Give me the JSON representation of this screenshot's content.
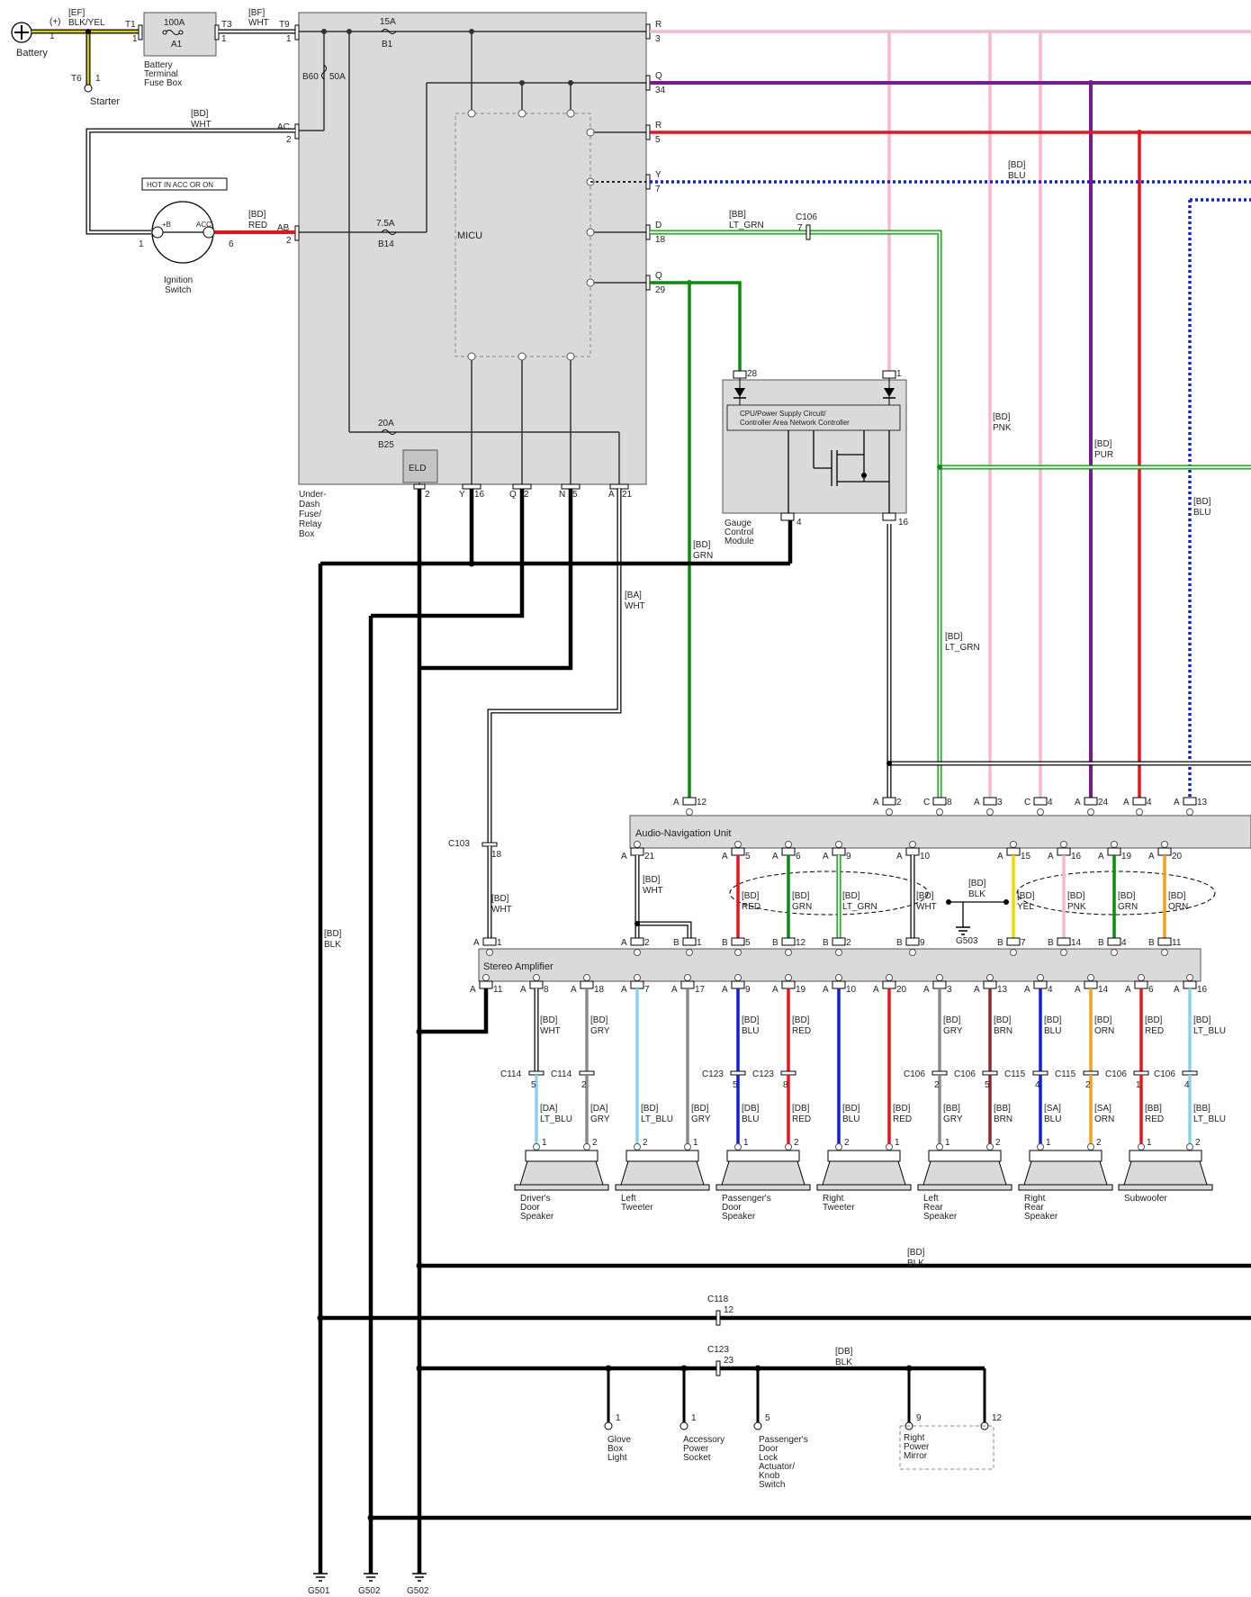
{
  "colors": {
    "BLK": "#000000",
    "WHT": "#ffffff",
    "RED": "#e8141c",
    "PNK": "#f6b9cb",
    "PUR": "#7b1a8c",
    "BLU": "#1020d8",
    "GRN": "#0d8a12",
    "LT_GRN": "#9be39b",
    "GRY": "#8a8a8a",
    "BRN": "#8b2a2a",
    "ORN": "#f4a01c",
    "YEL": "#f2d800",
    "LT_BLU": "#8dd0ee",
    "BLK_YEL": "#d7d000",
    "box": "#dadada"
  },
  "battery": {
    "label": "Battery",
    "pin": "1",
    "plus": "(+)",
    "wire": "[EF]",
    "wire_color": "BLK/YEL",
    "tap": "T6",
    "tap_pin": "1"
  },
  "starter": {
    "label": "Starter"
  },
  "fuse_box_battery": {
    "name1": "Battery",
    "name2": "Terminal",
    "name3": "Fuse Box",
    "fuse_rating": "100A",
    "fuse_id": "A1",
    "in_pin": "T1",
    "in_num": "1",
    "out_pin": "T3",
    "out_num": "1"
  },
  "wire_bf": {
    "code": "[BF]",
    "color": "WHT",
    "pin": "T9",
    "num": "1"
  },
  "underdash": {
    "name1": "Under-",
    "name2": "Dash",
    "name3": "Fuse/",
    "name4": "Relay",
    "name5": "Box",
    "fuse_b1": "15A",
    "fuse_b1_id": "B1",
    "fuse_b60": "B60",
    "fuse_b60_rating": "50A",
    "fuse_b14": "7.5A",
    "fuse_b14_id": "B14",
    "fuse_b25": "20A",
    "fuse_b25_id": "B25",
    "micu": "MICU",
    "eld": "ELD",
    "pin_ac": "AC",
    "pin_ac_num": "2",
    "pin_ab": "AB",
    "pin_ab_num": "2",
    "out_r3": "R",
    "out_r3_num": "3",
    "out_q34": "Q",
    "out_q34_num": "34",
    "out_r5": "R",
    "out_r5_num": "5",
    "out_y7": "Y",
    "out_y7_num": "7",
    "out_d18": "D",
    "out_d18_num": "18",
    "out_q29": "Q",
    "out_q29_num": "29",
    "bot_eld_num": "2",
    "bot_y": "Y",
    "bot_y_num": "16",
    "bot_q": "Q",
    "bot_q_num": "2",
    "bot_n": "N",
    "bot_n_num": "5",
    "bot_a": "A",
    "bot_a_num": "21"
  },
  "ignition": {
    "label1": "Ignition",
    "label2": "Switch",
    "hot": "HOT IN ACC OR ON",
    "b8": "+B",
    "acc": "ACC",
    "pin1": "1",
    "pin6": "6",
    "wire_ac_code": "[BD]",
    "wire_ac_color": "WHT",
    "wire_ab_code": "[BD]",
    "wire_ab_color": "RED"
  },
  "wires_right": {
    "blu_code": "[BD]",
    "blu_color": "BLU",
    "ltgrn_code": "[BB]",
    "ltgrn_color": "LT_GRN",
    "c106": "C106",
    "c106_pin": "7",
    "pnk_code": "[BD]",
    "pnk_color": "PNK",
    "pur_code": "[BD]",
    "pur_color": "PUR",
    "blu2_code": "[BD]",
    "blu2_color": "BLU",
    "ltgrn2_code": "[BD]",
    "ltgrn2_color": "LT_GRN",
    "grn_code": "[BD]",
    "grn_color": "GRN",
    "ba_code": "[BA]",
    "ba_color": "WHT",
    "blk_main_code": "[BD]",
    "blk_main_color": "BLK"
  },
  "gauge": {
    "name1": "Gauge",
    "name2": "Control",
    "name3": "Module",
    "cpu1": "CPU/Power Supply Circuit/",
    "cpu2": "Controller Area Network Controller",
    "pin28": "28",
    "pin1": "1",
    "pin4": "4",
    "pin16": "16"
  },
  "anu": {
    "title": "Audio-Navigation Unit",
    "top_pins": [
      {
        "c": "A",
        "n": "12"
      },
      {
        "c": "A",
        "n": "2"
      },
      {
        "c": "C",
        "n": "8"
      },
      {
        "c": "A",
        "n": "3"
      },
      {
        "c": "C",
        "n": "4"
      },
      {
        "c": "A",
        "n": "24"
      },
      {
        "c": "A",
        "n": "4"
      },
      {
        "c": "A",
        "n": "13"
      }
    ],
    "bottom_pins": [
      {
        "c": "A",
        "n": "21"
      },
      {
        "c": "A",
        "n": "5"
      },
      {
        "c": "A",
        "n": "6"
      },
      {
        "c": "A",
        "n": "9"
      },
      {
        "c": "A",
        "n": "10"
      },
      {
        "c": "A",
        "n": "15"
      },
      {
        "c": "A",
        "n": "16"
      },
      {
        "c": "A",
        "n": "19"
      },
      {
        "c": "A",
        "n": "20"
      }
    ]
  },
  "shield": {
    "left": [
      {
        "code": "[BD]",
        "color": "RED"
      },
      {
        "code": "[BD]",
        "color": "GRN"
      },
      {
        "code": "[BD]",
        "color": "LT_GRN"
      },
      {
        "code": "[BD]",
        "color": "WHT"
      }
    ],
    "right": [
      {
        "code": "[BD]",
        "color": "YEL"
      },
      {
        "code": "[BD]",
        "color": "PNK"
      },
      {
        "code": "[BD]",
        "color": "GRN"
      },
      {
        "code": "[BD]",
        "color": "ORN"
      }
    ],
    "ground_code": "[BD]",
    "ground_color": "BLK",
    "ground": "G503",
    "anu_wht_code": "[BD]",
    "anu_wht_color": "WHT",
    "c103": "C103",
    "c103_pin": "18",
    "c103_code": "[BD]",
    "c103_color": "WHT"
  },
  "amp": {
    "title": "Stereo Amplifier",
    "top_pins": [
      {
        "c": "A",
        "n": "1"
      },
      {
        "c": "A",
        "n": "2"
      },
      {
        "c": "B",
        "n": "1"
      },
      {
        "c": "B",
        "n": "5"
      },
      {
        "c": "B",
        "n": "12"
      },
      {
        "c": "B",
        "n": "2"
      },
      {
        "c": "B",
        "n": "9"
      },
      {
        "c": "B",
        "n": "7"
      },
      {
        "c": "B",
        "n": "14"
      },
      {
        "c": "B",
        "n": "4"
      },
      {
        "c": "B",
        "n": "11"
      }
    ],
    "bottom_pins": [
      {
        "c": "A",
        "n": "11"
      },
      {
        "c": "A",
        "n": "8"
      },
      {
        "c": "A",
        "n": "18"
      },
      {
        "c": "A",
        "n": "7"
      },
      {
        "c": "A",
        "n": "17"
      },
      {
        "c": "A",
        "n": "9"
      },
      {
        "c": "A",
        "n": "19"
      },
      {
        "c": "A",
        "n": "10"
      },
      {
        "c": "A",
        "n": "20"
      },
      {
        "c": "A",
        "n": "3"
      },
      {
        "c": "A",
        "n": "13"
      },
      {
        "c": "A",
        "n": "4"
      },
      {
        "c": "A",
        "n": "14"
      },
      {
        "c": "A",
        "n": "6"
      },
      {
        "c": "A",
        "n": "16"
      }
    ]
  },
  "amp_out_wires": [
    {
      "code": "[BD]",
      "color": "WHT"
    },
    {
      "code": "[BD]",
      "color": "GRY"
    },
    {
      "code": "[BD]",
      "color": "BLU"
    },
    {
      "code": "[BD]",
      "color": "RED"
    },
    {
      "code": "[BD]",
      "color": "GRY"
    },
    {
      "code": "[BD]",
      "color": "BRN"
    },
    {
      "code": "[BD]",
      "color": "BLU"
    },
    {
      "code": "[BD]",
      "color": "ORN"
    },
    {
      "code": "[BD]",
      "color": "RED"
    },
    {
      "code": "[BD]",
      "color": "LT_BLU"
    }
  ],
  "connectors_mid": [
    {
      "c": "C114",
      "p": "5"
    },
    {
      "c": "C114",
      "p": "2"
    },
    {
      "c": "C123",
      "p": "5"
    },
    {
      "c": "C123",
      "p": "8"
    },
    {
      "c": "C106",
      "p": "2"
    },
    {
      "c": "C106",
      "p": "5"
    },
    {
      "c": "C115",
      "p": "4"
    },
    {
      "c": "C115",
      "p": "2"
    },
    {
      "c": "C106",
      "p": "1"
    },
    {
      "c": "C106",
      "p": "4"
    }
  ],
  "speaker_wires": [
    {
      "code": "[DA]",
      "color": "LT_BLU"
    },
    {
      "code": "[DA]",
      "color": "GRY"
    },
    {
      "code": "[BD]",
      "color": "LT_BLU"
    },
    {
      "code": "[BD]",
      "color": "GRY"
    },
    {
      "code": "[DB]",
      "color": "BLU"
    },
    {
      "code": "[DB]",
      "color": "RED"
    },
    {
      "code": "[BD]",
      "color": "BLU"
    },
    {
      "code": "[BD]",
      "color": "RED"
    },
    {
      "code": "[BB]",
      "color": "GRY"
    },
    {
      "code": "[BB]",
      "color": "BRN"
    },
    {
      "code": "[SA]",
      "color": "BLU"
    },
    {
      "code": "[SA]",
      "color": "ORN"
    },
    {
      "code": "[BB]",
      "color": "RED"
    },
    {
      "code": "[BB]",
      "color": "LT_BLU"
    }
  ],
  "speakers": [
    {
      "l1": "Driver's",
      "l2": "Door",
      "l3": "Speaker",
      "pa": "1",
      "pb": "2"
    },
    {
      "l1": "Left",
      "l2": "Tweeter",
      "l3": "",
      "pa": "2",
      "pb": "1"
    },
    {
      "l1": "Passenger's",
      "l2": "Door",
      "l3": "Speaker",
      "pa": "1",
      "pb": "2"
    },
    {
      "l1": "Right",
      "l2": "Tweeter",
      "l3": "",
      "pa": "2",
      "pb": "1"
    },
    {
      "l1": "Left",
      "l2": "Rear",
      "l3": "Speaker",
      "pa": "1",
      "pb": "2"
    },
    {
      "l1": "Right",
      "l2": "Rear",
      "l3": "Speaker",
      "pa": "1",
      "pb": "2"
    },
    {
      "l1": "Subwoofer",
      "l2": "",
      "l3": "",
      "pa": "1",
      "pb": "2"
    }
  ],
  "bottom": {
    "blk_code": "[BD]",
    "blk_color": "BLK",
    "c118": "C118",
    "c118_pin": "12",
    "c123": "C123",
    "c123_pin": "23",
    "db_code": "[DB]",
    "db_color": "BLK",
    "loads": [
      {
        "pin": "1",
        "l1": "Glove",
        "l2": "Box",
        "l3": "Light",
        "l4": "",
        "l5": ""
      },
      {
        "pin": "1",
        "l1": "Accessory",
        "l2": "Power",
        "l3": "Socket",
        "l4": "",
        "l5": ""
      },
      {
        "pin": "5",
        "l1": "Passenger's",
        "l2": "Door",
        "l3": "Lock",
        "l4": "Actuator/",
        "l5": "Knob"
      }
    ],
    "load3_l6": "Switch",
    "mirror_pin9": "9",
    "mirror_pin12": "12",
    "mirror1": "Right",
    "mirror2": "Power",
    "mirror3": "Mirror",
    "grounds": [
      "G501",
      "G502",
      "G502"
    ]
  }
}
